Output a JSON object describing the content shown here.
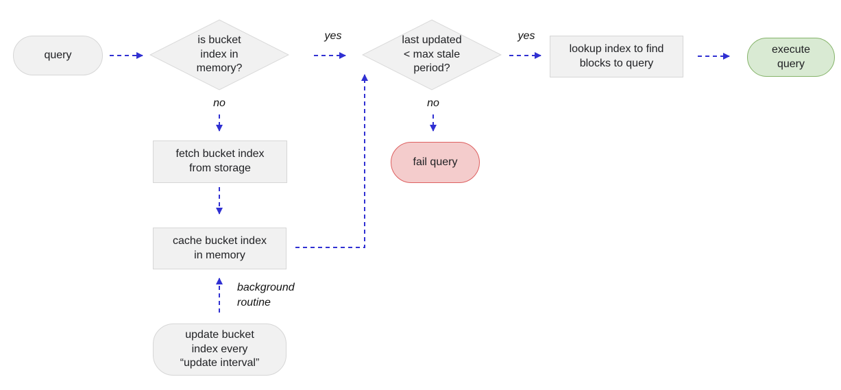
{
  "diagram": {
    "nodes": {
      "query": {
        "label": "query"
      },
      "bucket_index_in_memory": {
        "label": "is bucket\nindex in\nmemory?"
      },
      "last_updated_check": {
        "label": "last updated\n< max stale\nperiod?"
      },
      "lookup_index": {
        "label": "lookup index to find\nblocks to query"
      },
      "execute_query": {
        "label": "execute\nquery"
      },
      "fetch_bucket_index": {
        "label": "fetch bucket index\nfrom storage"
      },
      "cache_bucket_index": {
        "label": "cache bucket index\nin memory"
      },
      "fail_query": {
        "label": "fail query"
      },
      "update_bucket_index": {
        "label": "update bucket\nindex every\n“update interval”"
      }
    },
    "edge_labels": {
      "memory_check_yes": "yes",
      "stale_check_yes": "yes",
      "memory_check_no": "no",
      "stale_check_no": "no",
      "background_routine": "background\nroutine"
    },
    "colors": {
      "arrow": "#3030d2",
      "node_fill": "#f1f1f1",
      "node_border": "#d6d6d6",
      "success_fill": "#d9ead3",
      "success_border": "#84b368",
      "failure_fill": "#f4cccc",
      "failure_border": "#dd5f5f",
      "text": "#202124"
    }
  }
}
